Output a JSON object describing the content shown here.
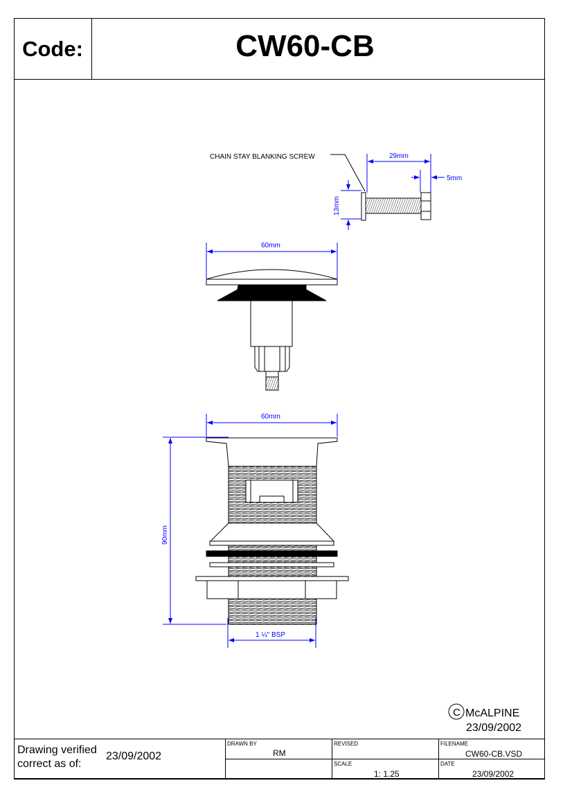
{
  "header": {
    "code_label": "Code:",
    "code_value": "CW60-CB"
  },
  "drawing": {
    "screw_label": "CHAIN STAY BLANKING SCREW",
    "screw_length": "29mm",
    "screw_head": "5mm",
    "screw_plate": "13mm",
    "cap_width": "60mm",
    "body_width": "60mm",
    "body_height": "90mm",
    "thread": "1 ¼\" BSP"
  },
  "copyright": {
    "symbol": "C",
    "company": "McALPINE",
    "date": "23/09/2002"
  },
  "footer": {
    "verified_label": "Drawing verified correct as of:",
    "verified_date": "23/09/2002",
    "drawn_by_label": "DRAWN BY",
    "drawn_by": "RM",
    "revised_label": "REVISED",
    "revised": "",
    "filename_label": "FILENAME",
    "filename": "CW60-CB.VSD",
    "scale_label": "SCALE",
    "scale": "1: 1.25",
    "date_label": "DATE",
    "date": "23/09/2002"
  },
  "colors": {
    "dimension": "#0000ff",
    "line": "#000000"
  }
}
